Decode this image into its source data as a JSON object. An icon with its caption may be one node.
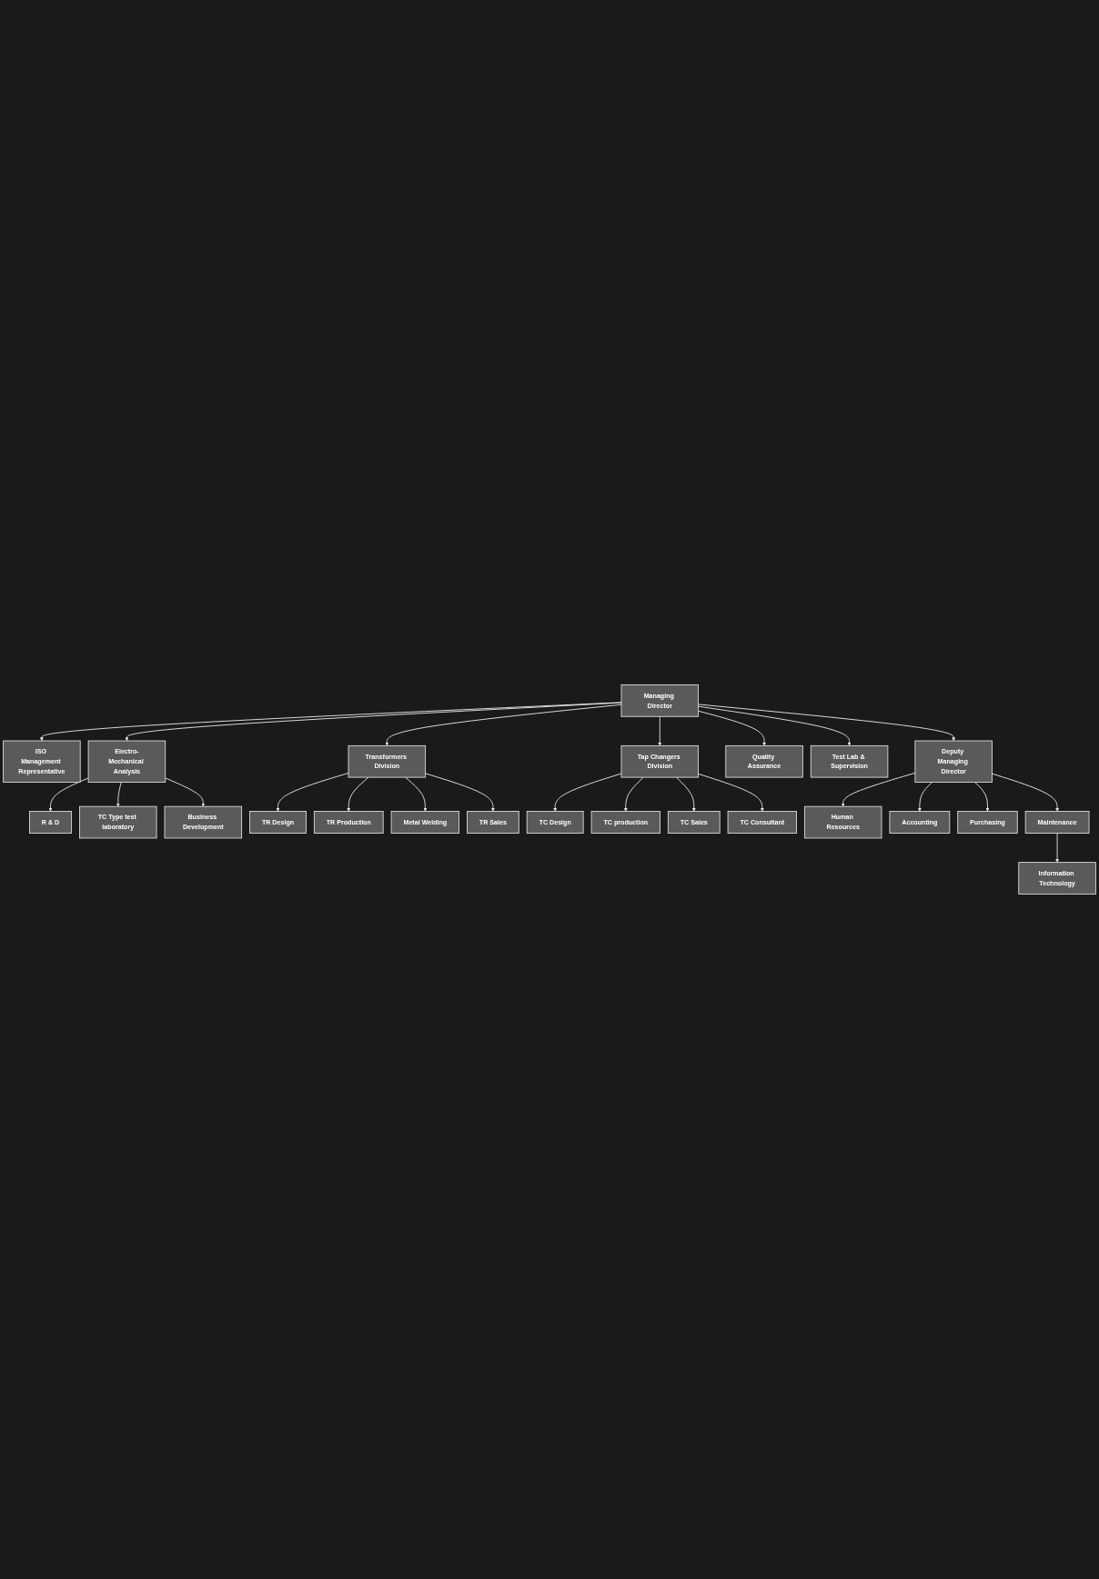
{
  "diagram": {
    "nodes": [
      {
        "text": [
          "Managing Director"
        ]
      },
      {
        "text": [
          "ISO Management Representative"
        ]
      },
      {
        "text": [
          "Deputy Managing Director"
        ]
      },
      {
        "text": [
          "Transformers Division"
        ]
      },
      {
        "text": [
          "Tap Changers Division"
        ]
      },
      {
        "text": [
          "Quality Assurance"
        ]
      },
      {
        "text": [
          "Test Lab & Supervision"
        ]
      },
      {
        "text": [
          "Electro-Mechanical Analysis"
        ]
      },
      {
        "text": [
          "R & D"
        ]
      },
      {
        "text": [
          "TC Type test laboratory"
        ]
      },
      {
        "text": [
          "Business Development"
        ]
      },
      {
        "text": [
          "TR Design"
        ]
      },
      {
        "text": [
          "TR Production"
        ]
      },
      {
        "text": [
          "Metal Welding"
        ]
      },
      {
        "text": [
          "TR Sales"
        ]
      },
      {
        "text": [
          "TC Design"
        ]
      },
      {
        "text": [
          "TC production"
        ]
      },
      {
        "text": [
          "TC Sales"
        ]
      },
      {
        "text": [
          "TC Consultant"
        ]
      },
      {
        "text": [
          "Human Resources"
        ]
      },
      {
        "text": [
          "Accounting"
        ]
      },
      {
        "text": [
          "Purchasing"
        ]
      },
      {
        "text": [
          "Maintenance"
        ]
      },
      {
        "text": [
          "Information Technology"
        ]
      }
    ],
    "edges": [
      {
        "from": 0,
        "to": 1,
        "arrow": "to"
      },
      {
        "from": 0,
        "to": 2,
        "arrow": "to"
      },
      {
        "from": 0,
        "to": 3,
        "arrow": "to"
      },
      {
        "from": 0,
        "to": 4,
        "arrow": "to"
      },
      {
        "from": 0,
        "to": 5,
        "arrow": "to"
      },
      {
        "from": 0,
        "to": 6,
        "arrow": "to"
      },
      {
        "from": 0,
        "to": 7,
        "arrow": "to"
      },
      {
        "from": 7,
        "to": 8,
        "arrow": "to"
      },
      {
        "from": 7,
        "to": 9,
        "arrow": "to"
      },
      {
        "from": 7,
        "to": 10,
        "arrow": "to"
      },
      {
        "from": 3,
        "to": 11,
        "arrow": "to"
      },
      {
        "from": 3,
        "to": 12,
        "arrow": "to"
      },
      {
        "from": 3,
        "to": 13,
        "arrow": "to"
      },
      {
        "from": 3,
        "to": 14,
        "arrow": "to"
      },
      {
        "from": 4,
        "to": 15,
        "arrow": "to"
      },
      {
        "from": 4,
        "to": 16,
        "arrow": "to"
      },
      {
        "from": 4,
        "to": 17,
        "arrow": "to"
      },
      {
        "from": 4,
        "to": 18,
        "arrow": "to"
      },
      {
        "from": 2,
        "to": 19,
        "arrow": "to"
      },
      {
        "from": 2,
        "to": 20,
        "arrow": "to"
      },
      {
        "from": 2,
        "to": 21,
        "arrow": "to"
      },
      {
        "from": 2,
        "to": 22,
        "arrow": "to"
      },
      {
        "from": 22,
        "to": 23,
        "arrow": "to"
      }
    ]
  }
}
